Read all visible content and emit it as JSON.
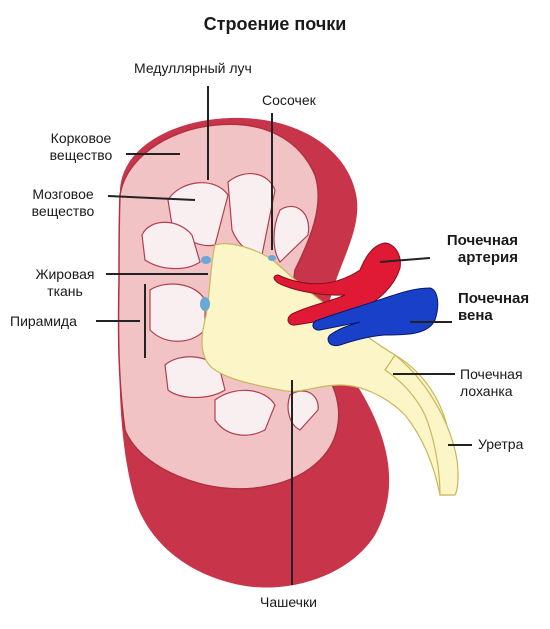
{
  "title": "Строение почки",
  "labels": {
    "medullary_ray": "Медуллярный луч",
    "papilla": "Сосочек",
    "cortex": "Корковое\nвещество",
    "medulla": "Мозговое\nвещество",
    "renal_artery": "Почечная\nартерия",
    "fat_tissue": "Жировая\nткань",
    "renal_vein": "Почечная\nвена",
    "pyramid": "Пирамида",
    "renal_pelvis": "Почечная\nлоханка",
    "ureter": "Уретра",
    "calyces": "Чашечки"
  },
  "colors": {
    "capsule": "#c8354a",
    "cortex": "#f2c3c5",
    "pyramid": "#faeff0",
    "pelvis": "#fbf5c8",
    "artery": "#e01a35",
    "vein": "#1840c8",
    "fat": "#6aa8d8"
  }
}
